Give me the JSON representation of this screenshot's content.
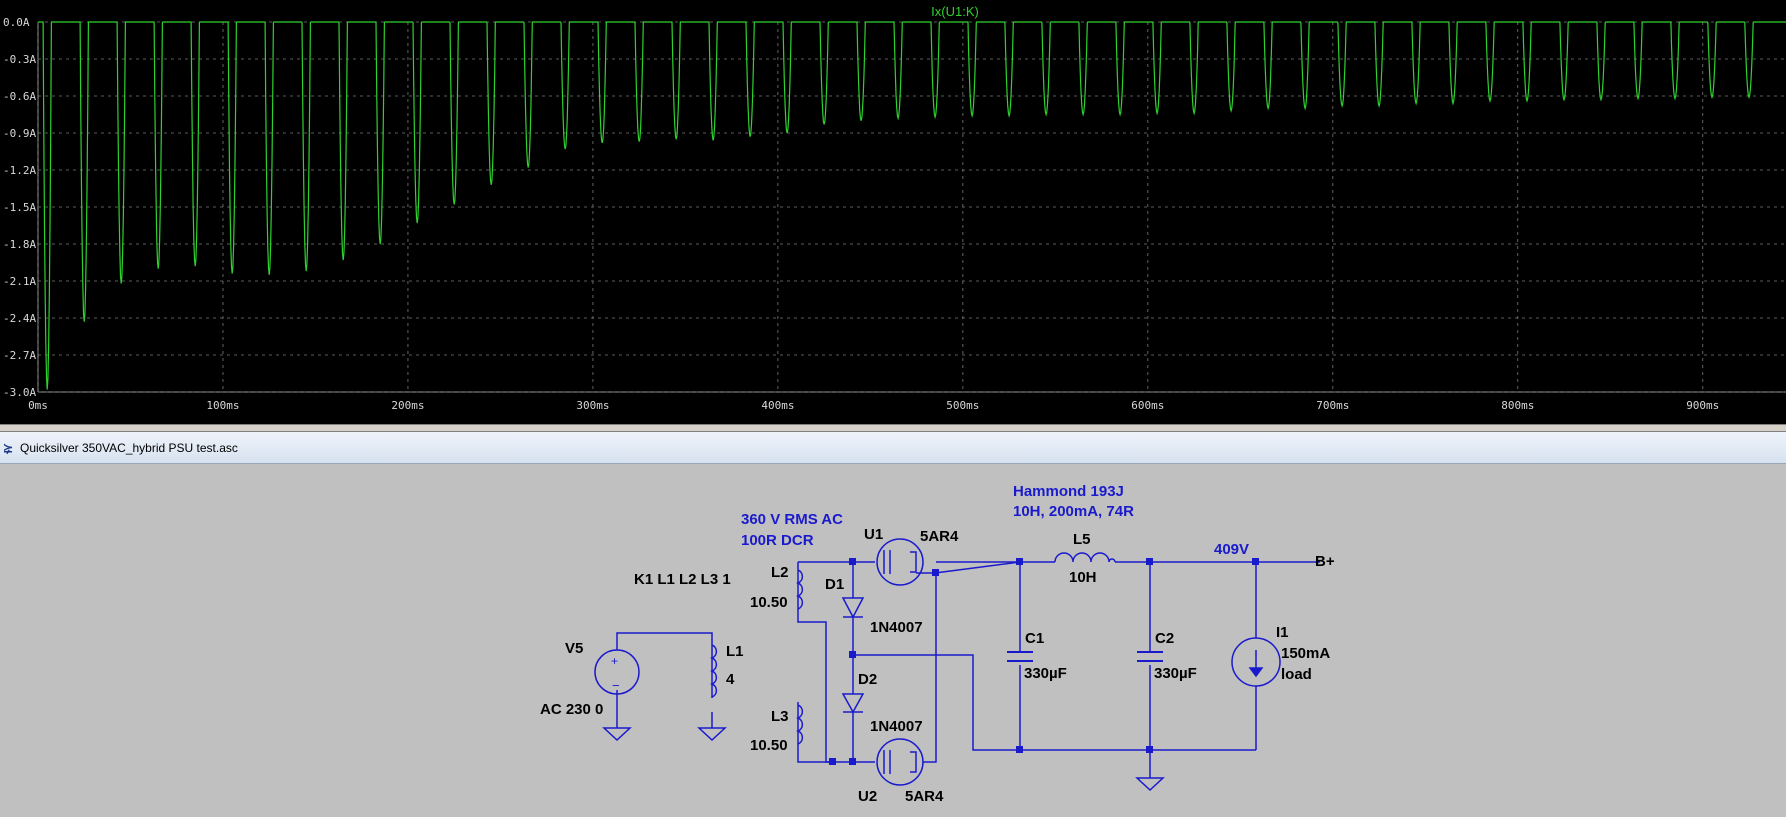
{
  "waveform": {
    "trace_label": "Ix(U1:K)",
    "trace_color": "#2fd12f",
    "background": "#000000",
    "grid": true
  },
  "chart_data": {
    "type": "line",
    "title": "Ix(U1:K)",
    "xlabel": "",
    "ylabel": "",
    "x_unit": "ms",
    "y_unit": "A",
    "xlim": [
      0,
      945
    ],
    "ylim": [
      -3.0,
      0.0
    ],
    "x_ticks": [
      "0ms",
      "100ms",
      "200ms",
      "300ms",
      "400ms",
      "500ms",
      "600ms",
      "700ms",
      "800ms",
      "900ms"
    ],
    "y_ticks": [
      "0.0A",
      "-0.3A",
      "-0.6A",
      "-0.9A",
      "-1.2A",
      "-1.5A",
      "-1.8A",
      "-2.1A",
      "-2.4A",
      "-2.7A",
      "-3.0A"
    ],
    "series": [
      {
        "name": "Ix(U1:K)",
        "color": "#2fd12f",
        "pulse_period_ms": 20,
        "pulse_width_ms": 4.5,
        "first_peak_ms": 5,
        "peak_values_A": [
          -2.98,
          -2.43,
          -2.12,
          -2.0,
          -1.98,
          -2.04,
          -2.05,
          -2.02,
          -1.93,
          -1.8,
          -1.63,
          -1.48,
          -1.32,
          -1.18,
          -1.03,
          -0.98,
          -0.97,
          -0.95,
          -0.96,
          -0.93,
          -0.9,
          -0.83,
          -0.8,
          -0.78,
          -0.77,
          -0.76,
          -0.76,
          -0.75,
          -0.75,
          -0.75,
          -0.74,
          -0.74,
          -0.72,
          -0.7,
          -0.7,
          -0.68,
          -0.68,
          -0.66,
          -0.66,
          -0.64,
          -0.64,
          -0.63,
          -0.63,
          -0.62,
          -0.62,
          -0.61,
          -0.61
        ]
      }
    ]
  },
  "schematic_window": {
    "title": "Quicksilver 350VAC_hybrid PSU test.asc"
  },
  "schematic": {
    "wire_color": "#1a1acd",
    "v5_name": "V5",
    "v5_value": "AC 230 0",
    "directive": "K1 L1 L2 L3 1",
    "l1_name": "L1",
    "l1_value": "4",
    "l2_name": "L2",
    "l2_value": "10.50",
    "l3_name": "L3",
    "l3_value": "10.50",
    "note1_line1": "360 V RMS AC",
    "note1_line2": "100R DCR",
    "d1_name": "D1",
    "d1_value": "1N4007",
    "d2_name": "D2",
    "d2_value": "1N4007",
    "u1_name": "U1",
    "u1_value": "5AR4",
    "u2_name": "U2",
    "u2_value": "5AR4",
    "note2_line1": "Hammond 193J",
    "note2_line2": "10H, 200mA, 74R",
    "l5_name": "L5",
    "l5_value": "10H",
    "c1_name": "C1",
    "c1_value": "330µF",
    "c2_name": "C2",
    "c2_value": "330µF",
    "node_label": "409V",
    "bplus_label": "B+",
    "i1_name": "I1",
    "i1_value": "150mA",
    "i1_note": "load"
  }
}
